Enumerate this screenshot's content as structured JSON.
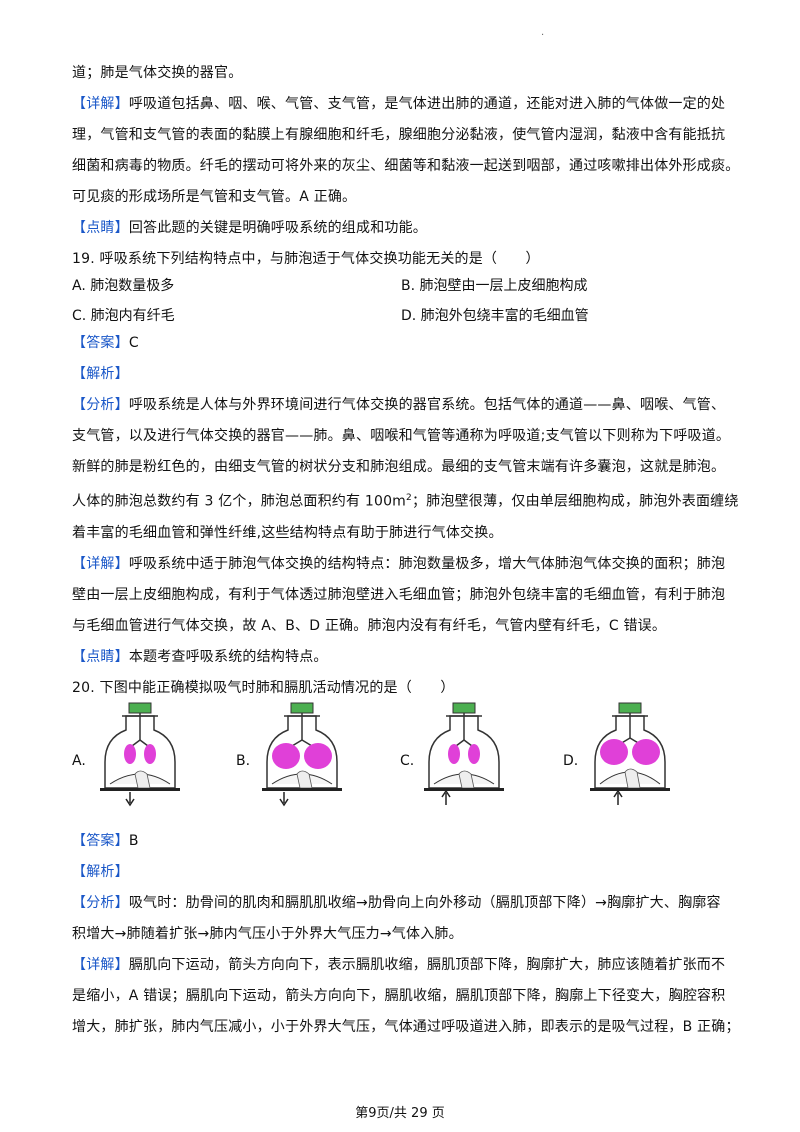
{
  "top_mark": "·",
  "lines": {
    "l1": "道；肺是气体交换的器官。",
    "l2_tag": "【详解】",
    "l2": "呼吸道包括鼻、咽、喉、气管、支气管，是气体进出肺的通道，还能对进入肺的气体做一定的处",
    "l3": "理，气管和支气管的表面的黏膜上有腺细胞和纤毛，腺细胞分泌黏液，使气管内湿润，黏液中含有能抵抗",
    "l4": "细菌和病毒的物质。纤毛的摆动可将外来的灰尘、细菌等和黏液一起送到咽部，通过咳嗽排出体外形成痰。",
    "l5": "可见痰的形成场所是气管和支气管。A 正确。",
    "l6_tag": "【点睛】",
    "l6": "回答此题的关键是明确呼吸系统的组成和功能。",
    "q19": "19. 呼吸系统下列结构特点中，与肺泡适于气体交换功能无关的是（　　）",
    "q19_A": "A. 肺泡数量极多",
    "q19_B": "B. 肺泡壁由一层上皮细胞构成",
    "q19_C": "C. 肺泡内有纤毛",
    "q19_D": "D. 肺泡外包绕丰富的毛细血管",
    "ans19_tag": "【答案】",
    "ans19": "C",
    "jx19_tag": "【解析】",
    "fx19_tag": "【分析】",
    "fx19_1": "呼吸系统是人体与外界环境间进行气体交换的器官系统。包括气体的通道——鼻、咽喉、气管、",
    "fx19_2": "支气管，以及进行气体交换的器官——肺。鼻、咽喉和气管等通称为呼吸道;支气管以下则称为下呼吸道。",
    "fx19_3": "新鲜的肺是粉红色的，由细支气管的树状分支和肺泡组成。最细的支气管末端有许多囊泡，这就是肺泡。",
    "fx19_4a": "人体的肺泡总数约有 3 亿个，肺泡总面积约有 100m",
    "fx19_4sup": "2",
    "fx19_4b": "；肺泡壁很薄，仅由单层细胞构成，肺泡外表面缠绕",
    "fx19_5": "着丰富的毛细血管和弹性纤维,这些结构特点有助于肺进行气体交换。",
    "xj19_tag": "【详解】",
    "xj19_1": "呼吸系统中适于肺泡气体交换的结构特点：肺泡数量极多，增大气体肺泡气体交换的面积；肺泡",
    "xj19_2": "壁由一层上皮细胞构成，有利于气体透过肺泡壁进入毛细血管；肺泡外包绕丰富的毛细血管，有利于肺泡",
    "xj19_3": "与毛细血管进行气体交换，故 A、B、D 正确。肺泡内没有有纤毛，气管内壁有纤毛，C 错误。",
    "dj19_tag": "【点睛】",
    "dj19": "本题考查呼吸系统的结构特点。",
    "q20": "20. 下图中能正确模拟吸气时肺和膈肌活动情况的是（　　）",
    "fig_labels": [
      "A.",
      "B.",
      "C.",
      "D."
    ],
    "ans20_tag": "【答案】",
    "ans20": "B",
    "jx20_tag": "【解析】",
    "fx20_tag": "【分析】",
    "fx20_1": "吸气时：肋骨间的肌肉和膈肌肌收缩→肋骨向上向外移动（膈肌顶部下降）→胸廓扩大、胸廓容",
    "fx20_2": "积增大→肺随着扩张→肺内气压小于外界大气压力→气体入肺。",
    "xj20_tag": "【详解】",
    "xj20_1": "膈肌向下运动，箭头方向向下，表示膈肌收缩，膈肌顶部下降，胸廓扩大，肺应该随着扩张而不",
    "xj20_2": "是缩小，A 错误；膈肌向下运动，箭头方向向下，膈肌收缩，膈肌顶部下降，胸廓上下径变大，胸腔容积",
    "xj20_3": "增大，肺扩张，肺内气压减小，小于外界大气压，气体通过呼吸道进入肺，即表示的是吸气过程，B 正确；"
  },
  "footer": "第9页/共 29 页",
  "colors": {
    "tag": "#1a57c8",
    "lung": "#e040d8",
    "stopper": "#4caf50",
    "jar": "#333333"
  }
}
